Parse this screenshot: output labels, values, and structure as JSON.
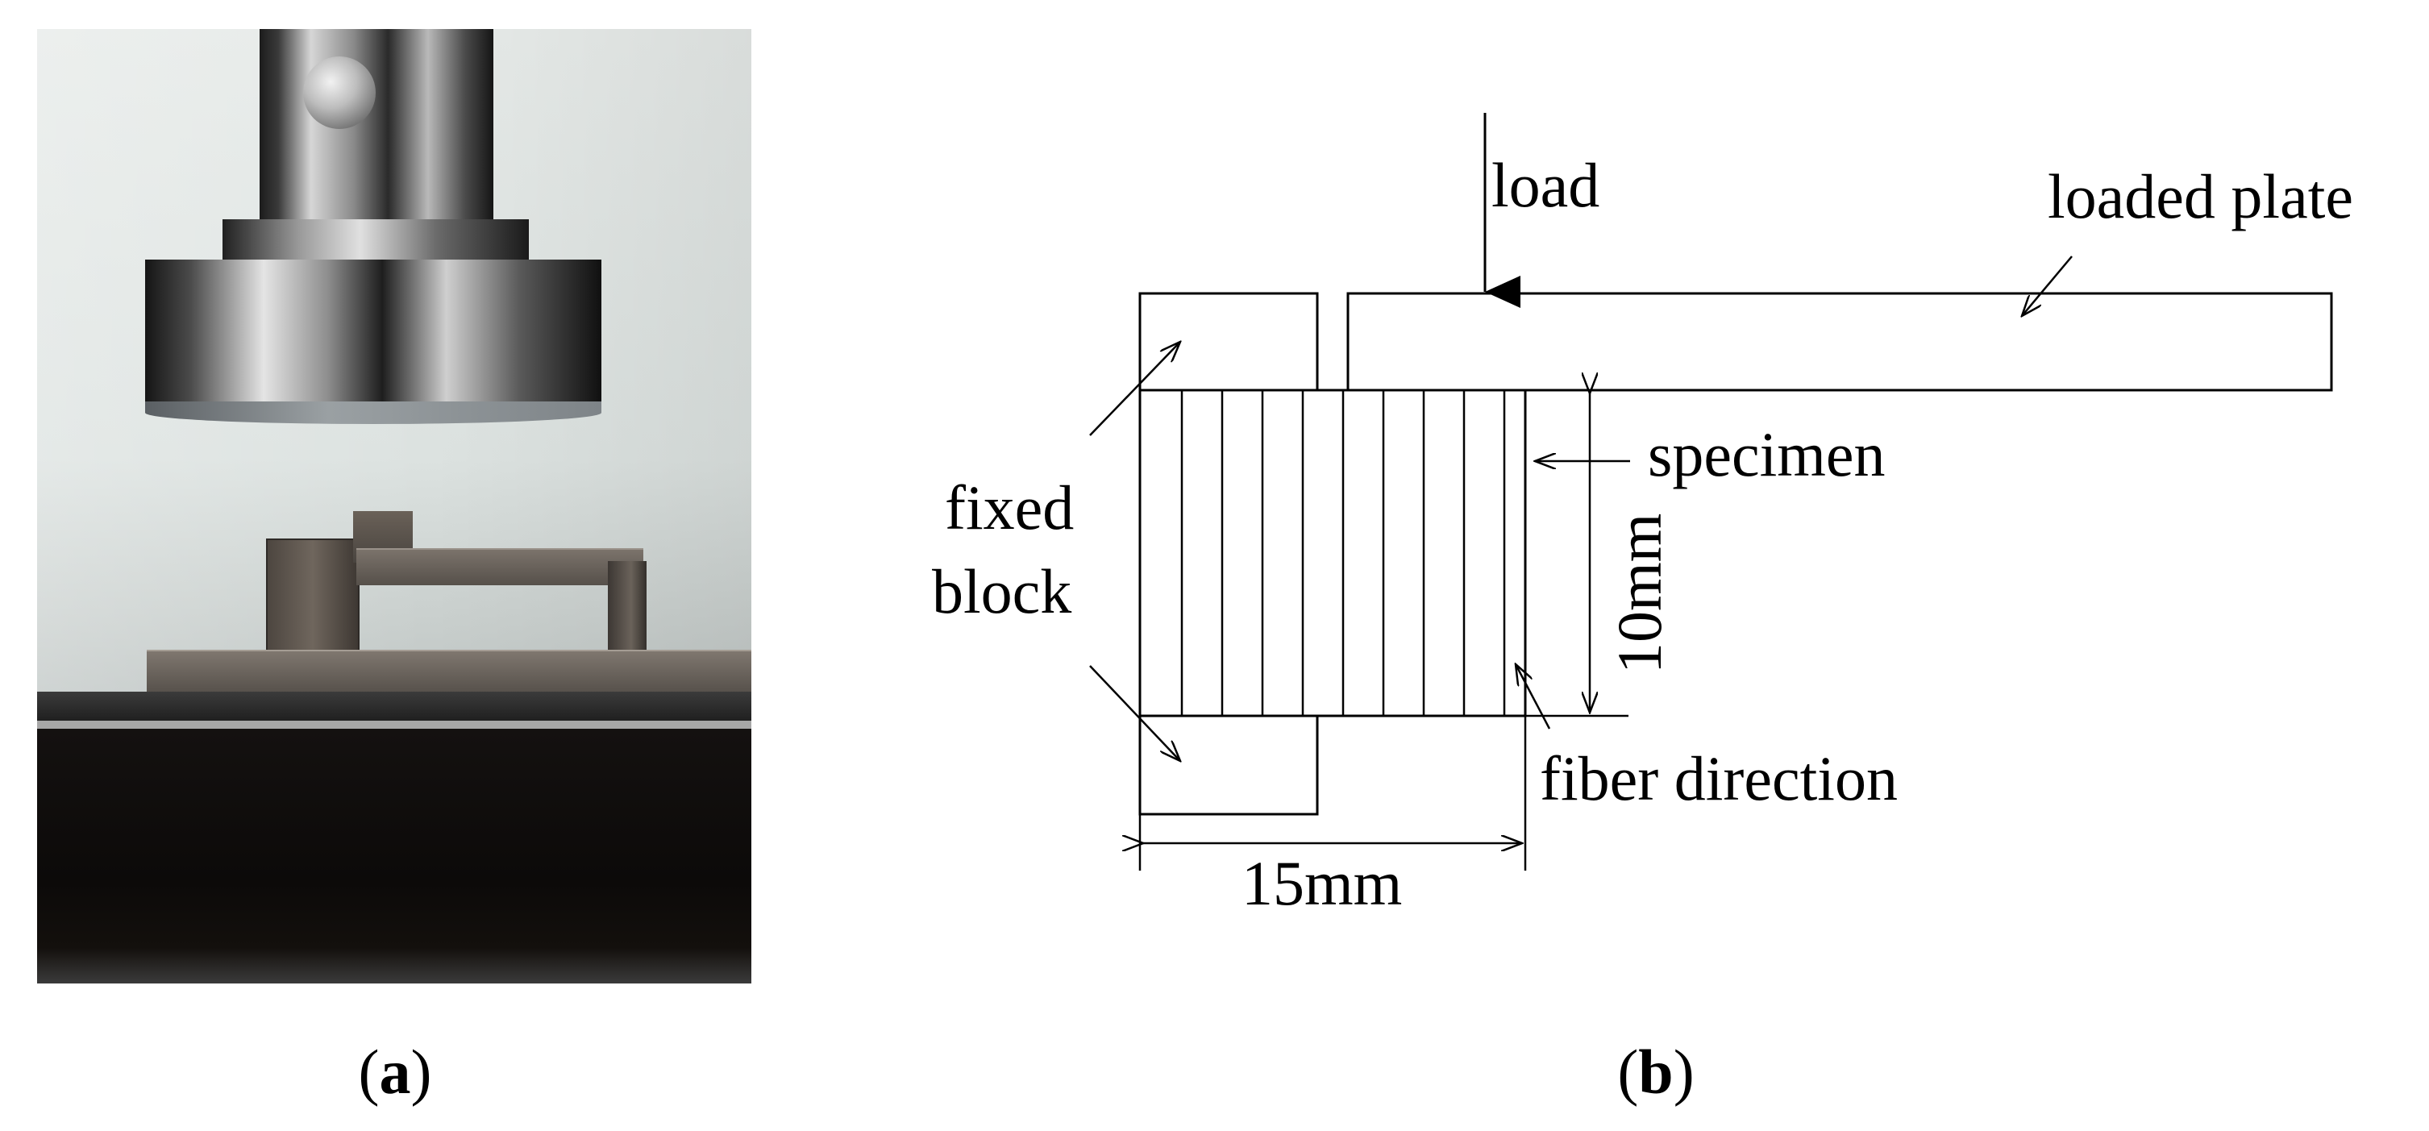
{
  "panel_a": {
    "caption_open": "(",
    "caption_letter": "a",
    "caption_close": ")"
  },
  "panel_b": {
    "caption_open": "(",
    "caption_letter": "b",
    "caption_close": ")",
    "labels": {
      "load": "load",
      "loaded_plate": "loaded plate",
      "specimen": "specimen",
      "fixed_line1": "fixed",
      "fixed_line2": "block",
      "height_dimension": "10mm",
      "width_dimension": "15mm",
      "fiber_direction": "fiber direction"
    }
  }
}
